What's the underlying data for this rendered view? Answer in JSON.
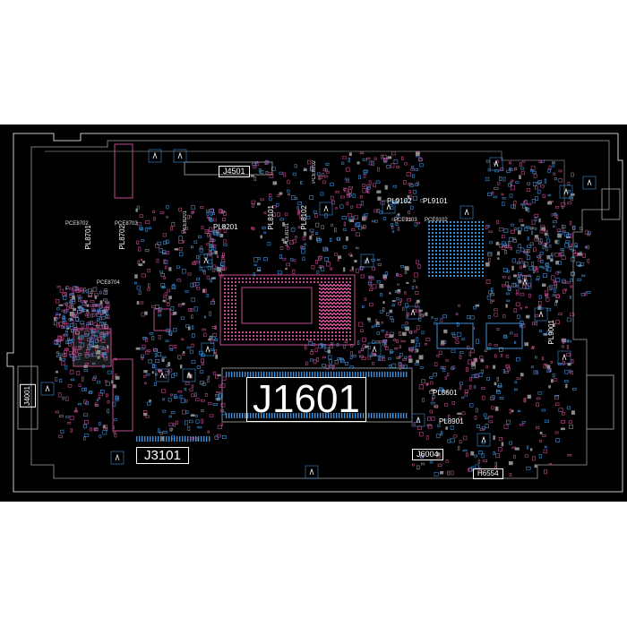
{
  "board": {
    "connectors": {
      "j1601": "J1601",
      "j3101": "J3101",
      "j4501": "J4501",
      "j4001": "J4001",
      "j6004": "J6004",
      "h6554": "H6554"
    },
    "parts": {
      "pl8201": "PL8201",
      "pl8101": "PL8101",
      "pl8102": "PL8102",
      "pl9102": "PL9102",
      "pl9101": "PL9101",
      "pl8701": "PL8701",
      "pl8702": "PL8702",
      "pl8601": "PL8601",
      "pl8901": "PL8901",
      "pl9001": "PL9001",
      "pce8702": "PCE8702",
      "pce8703": "PCE8703",
      "pce8704": "PCE8704",
      "pce9103": "PCE9103",
      "pce9102": "PCE9102",
      "pce8101": "PCE8101",
      "pce8102": "PCE8102",
      "pce8201": "PCE8201"
    },
    "colors": {
      "background": "#000000",
      "outline": "#ffffff",
      "pads_magenta": "#c04b8e",
      "pads_blue": "#3f8fd8",
      "silkscreen_gray": "#8a8a8a"
    }
  }
}
